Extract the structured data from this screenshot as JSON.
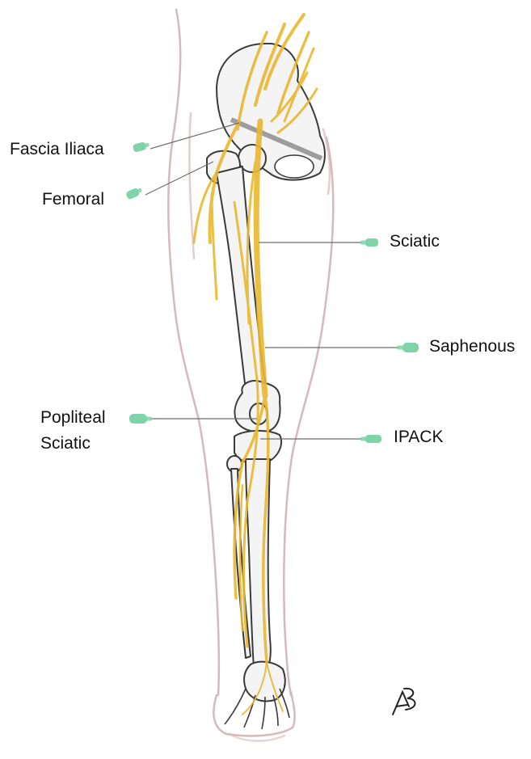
{
  "colors": {
    "nerve": "#E9B730",
    "bone_outline": "#3a3a3a",
    "skin_outline": "#d8b8b8",
    "needle": "#7fd3a8",
    "leader_line": "#6e6e6e"
  },
  "labels": {
    "fascia_iliaca": "Fascia Iliaca",
    "femoral": "Femoral",
    "sciatic": "Sciatic",
    "saphenous": "Saphenous",
    "popliteal_sciatic_line1": "Popliteal",
    "popliteal_sciatic_line2": "Sciatic",
    "ipack": "IPACK"
  },
  "icons": {
    "needle": "needle-icon",
    "signature": "artist-signature"
  },
  "signature_text": "AB"
}
